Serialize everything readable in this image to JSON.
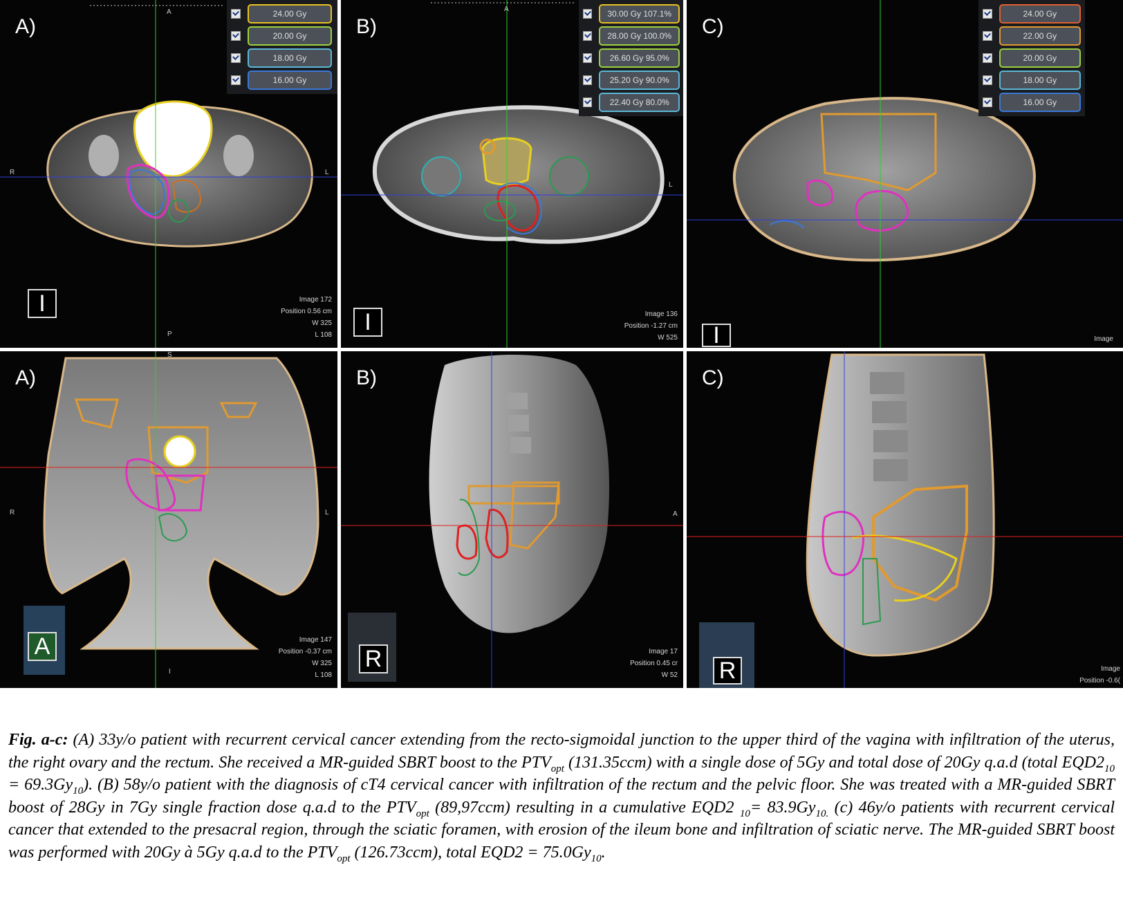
{
  "panels": {
    "top_a": {
      "label": "A)",
      "legend": [
        "24.00 Gy",
        "20.00 Gy",
        "18.00 Gy",
        "16.00 Gy"
      ],
      "legend_colors": [
        "#e8c020",
        "#9bd040",
        "#5ab8d8",
        "#3a78d8"
      ],
      "info": [
        "Image 172",
        "Position 0.56 cm",
        "W 325",
        "L 108"
      ],
      "orientation": "I",
      "edge": {
        "top": "A",
        "left": "R",
        "right": "L",
        "bottom": "P"
      }
    },
    "top_b": {
      "label": "B)",
      "legend": [
        "30.00 Gy 107.1%",
        "28.00 Gy 100.0%",
        "26.60 Gy 95.0%",
        "25.20 Gy 90.0%",
        "22.40 Gy 80.0%"
      ],
      "legend_colors": [
        "#e8c020",
        "#9bd040",
        "#9bd040",
        "#5ab8d8",
        "#5ab8d8"
      ],
      "info": [
        "Image 136",
        "Position -1.27 cm",
        "W 525"
      ],
      "orientation": "I",
      "edge": {
        "top": "A",
        "right": "L"
      }
    },
    "top_c": {
      "label": "C)",
      "legend": [
        "24.00 Gy",
        "22.00 Gy",
        "20.00 Gy",
        "18.00 Gy",
        "16.00 Gy"
      ],
      "legend_colors": [
        "#e06030",
        "#e09a30",
        "#9bd040",
        "#5ab8d8",
        "#3a78d8"
      ],
      "info": [
        "Image"
      ],
      "orientation": "I"
    },
    "bot_a": {
      "label": "A)",
      "info": [
        "Image 147",
        "Position -0.37 cm",
        "W 325",
        "L 108"
      ],
      "orientation": "A",
      "edge": {
        "top": "S",
        "left": "R",
        "right": "L",
        "bottom": "I"
      }
    },
    "bot_b": {
      "label": "B)",
      "info": [
        "Image 17",
        "Position 0.45 cr",
        "W 52"
      ],
      "orientation": "R",
      "edge": {
        "right": "A"
      }
    },
    "bot_c": {
      "label": "C)",
      "info": [
        "Image",
        "Position -0.6("
      ],
      "orientation": "R"
    }
  },
  "caption": {
    "fig_label": "Fig. a-c:",
    "seg1": " (A) 33y/o patient with recurrent cervical cancer extending from the recto-sigmoidal junction to the upper third of the vagina with infiltration of the uterus, the right ovary and the rectum. She received a MR-guided SBRT boost to the PTV",
    "sub1": "opt",
    "seg2": " (131.35ccm) with a single dose of 5Gy and total dose of 20Gy q.a.d (total EQD2",
    "sub2": "10",
    "seg3": " = 69.3Gy",
    "sub3": "10",
    "seg4": "). (B) 58y/o patient with the diagnosis of cT4 cervical cancer with infiltration of the rectum and the pelvic floor. She was treated with a MR-guided SBRT boost of 28Gy in 7Gy single fraction dose q.a.d to the PTV",
    "sub4": "opt",
    "seg5": " (89,97ccm) resulting in a cumulative EQD2 ",
    "sub5": "10",
    "seg6": "= 83.9Gy",
    "sub6": "10.",
    "seg7": " (c) 46y/o patients with recurrent cervical cancer that extended to the presacral region, through the sciatic foramen, with erosion of the ileum bone and infiltration of sciatic nerve. The MR-guided SBRT boost was performed with 20Gy à 5Gy q.a.d to the PTV",
    "sub7": "opt",
    "seg8": " (126.73ccm), total EQD2 = 75.0Gy",
    "sub8": "10",
    "seg9": "."
  }
}
